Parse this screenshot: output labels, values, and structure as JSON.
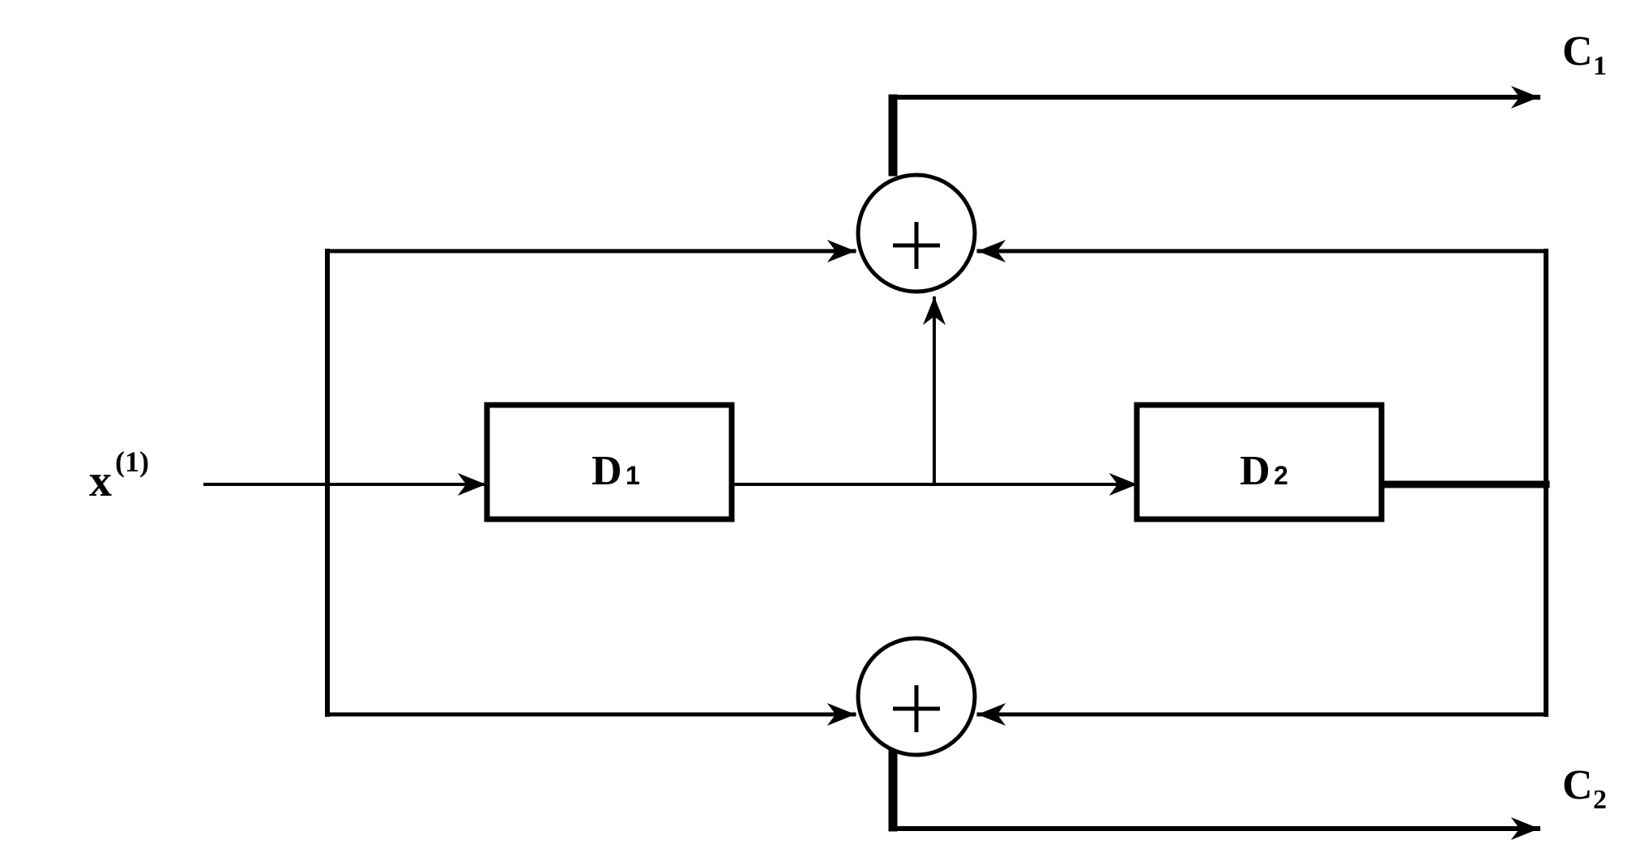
{
  "diagram": {
    "input": {
      "symbol": "x",
      "superscript": "(1)"
    },
    "blocks": [
      {
        "letter": "D",
        "index": "1"
      },
      {
        "letter": "D",
        "index": "2"
      }
    ],
    "adders": [
      {
        "symbol": "+"
      },
      {
        "symbol": "+"
      }
    ],
    "outputs": [
      {
        "letter": "C",
        "index": "1"
      },
      {
        "letter": "C",
        "index": "2"
      }
    ]
  }
}
